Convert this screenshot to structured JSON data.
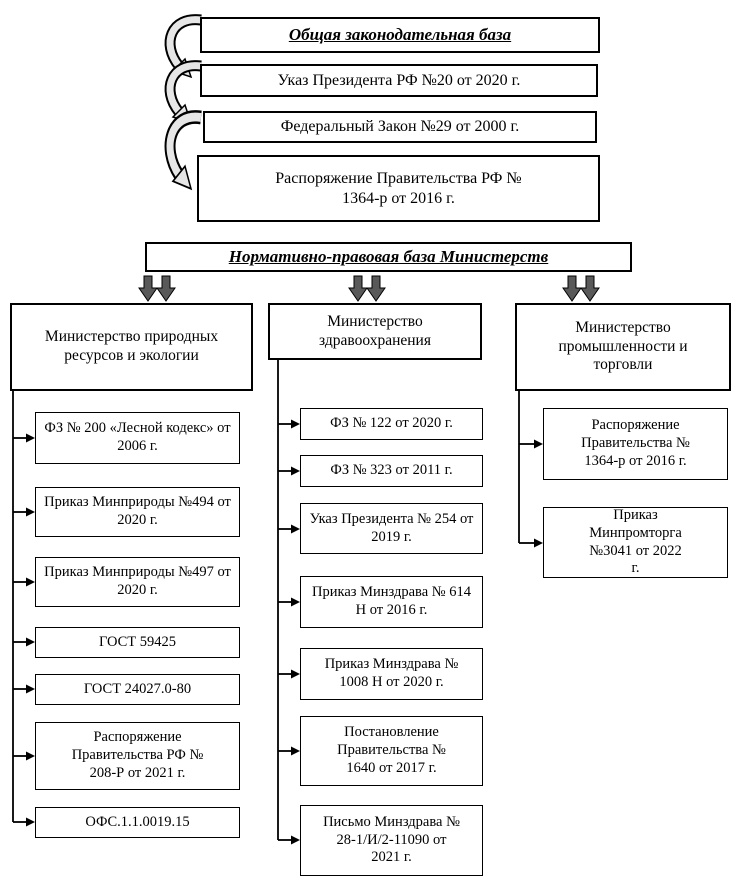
{
  "top_section": {
    "title": "Общая законодательная база",
    "items": [
      "Указ Президента РФ №20 от 2020 г.",
      "Федеральный Закон №29 от 2000 г.",
      "Распоряжение Правительства РФ № 1364-р от 2016 г."
    ]
  },
  "ministries_section": {
    "title": "Нормативно-правовая база Министерств",
    "columns": [
      {
        "header": "Министерство природных ресурсов и экологии",
        "items": [
          "ФЗ № 200 «Лесной кодекс» от 2006 г.",
          "Приказ Минприроды №494 от 2020 г.",
          "Приказ Минприроды №497 от 2020 г.",
          "ГОСТ 59425",
          "ГОСТ 24027.0-80",
          "Распоряжение Правительства РФ № 208-Р от 2021 г.",
          "ОФС.1.1.0019.15"
        ]
      },
      {
        "header": "Министерство здравоохранения",
        "items": [
          "ФЗ № 122 от 2020 г.",
          "ФЗ № 323 от 2011 г.",
          "Указ Президента № 254 от 2019 г.",
          "Приказ Минздрава № 614 Н от 2016 г.",
          "Приказ Минздрава № 1008 Н от 2020 г.",
          "Постановление Правительства № 1640 от 2017 г.",
          "Письмо Минздрава № 28-1/И/2-11090 от 2021 г."
        ]
      },
      {
        "header": "Министерство промышленности и торговли",
        "items": [
          "Распоряжение Правительства № 1364-р от 2016 г.",
          "Приказ Минпромторга №3041 от 2022 г."
        ]
      }
    ]
  },
  "colors": {
    "line": "#000000",
    "arrow_fill": "#595959",
    "curved_arrow_fill": "#e6e6e6"
  }
}
